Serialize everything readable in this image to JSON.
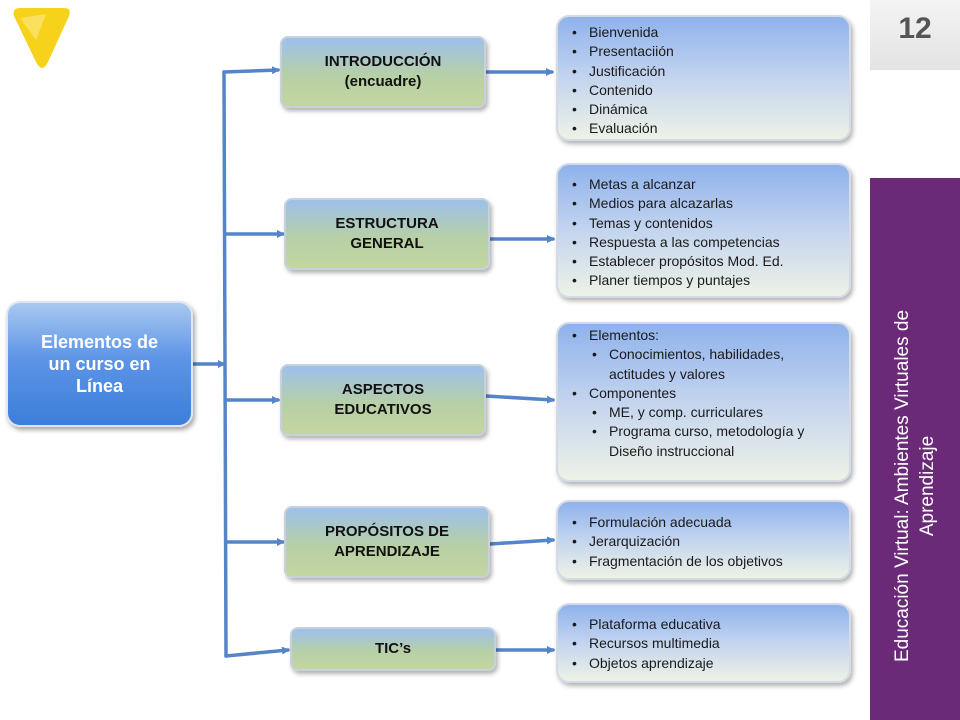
{
  "slide": {
    "page_number": "12",
    "side_title": "Educación Virtual: Ambientes Virtuales de Aprendizaje"
  },
  "colors": {
    "band": "#6a2a78",
    "connector": "#5585c9",
    "logo_yellow": "#f7d21b"
  },
  "icons": {
    "logo": "yellow-rounded-triangle-logo"
  },
  "diagram": {
    "root": {
      "label": "Elementos de un curso en Línea"
    },
    "branches": [
      {
        "label": "INTRODUCCIÓN\n(encuadre)",
        "items": [
          {
            "text": "Bienvenida",
            "level": 1
          },
          {
            "text": "Presentaciión",
            "level": 1
          },
          {
            "text": "Justificación",
            "level": 1
          },
          {
            "text": "Contenido",
            "level": 1
          },
          {
            "text": "Dinámica",
            "level": 1
          },
          {
            "text": "Evaluación",
            "level": 1
          }
        ]
      },
      {
        "label": "ESTRUCTURA\nGENERAL",
        "items": [
          {
            "text": "Metas a alcanzar",
            "level": 1
          },
          {
            "text": "Medios para alcazarlas",
            "level": 1
          },
          {
            "text": "Temas y contenidos",
            "level": 1
          },
          {
            "text": "Respuesta a las competencias",
            "level": 1
          },
          {
            "text": "Establecer propósitos Mod. Ed.",
            "level": 1
          },
          {
            "text": "Planer tiempos y puntajes",
            "level": 1
          }
        ]
      },
      {
        "label": "ASPECTOS\nEDUCATIVOS",
        "items": [
          {
            "text": "Elementos:",
            "level": 1
          },
          {
            "text": "Conocimientos, habilidades,",
            "level": 2
          },
          {
            "text": "actitudes y valores",
            "level": 3
          },
          {
            "text": "Componentes",
            "level": 1
          },
          {
            "text": "ME, y comp. curriculares",
            "level": 2
          },
          {
            "text": "Programa curso, metodología y",
            "level": 2
          },
          {
            "text": "Diseño instruccional",
            "level": 3
          }
        ]
      },
      {
        "label": "PROPÓSITOS DE\nAPRENDIZAJE",
        "items": [
          {
            "text": "Formulación adecuada",
            "level": 1
          },
          {
            "text": "Jerarquización",
            "level": 1
          },
          {
            "text": "Fragmentación de los objetivos",
            "level": 1
          }
        ]
      },
      {
        "label": "TIC’s",
        "items": [
          {
            "text": "Plataforma educativa",
            "level": 1
          },
          {
            "text": "Recursos multimedia",
            "level": 1
          },
          {
            "text": "Objetos aprendizaje",
            "level": 1
          }
        ]
      }
    ]
  }
}
